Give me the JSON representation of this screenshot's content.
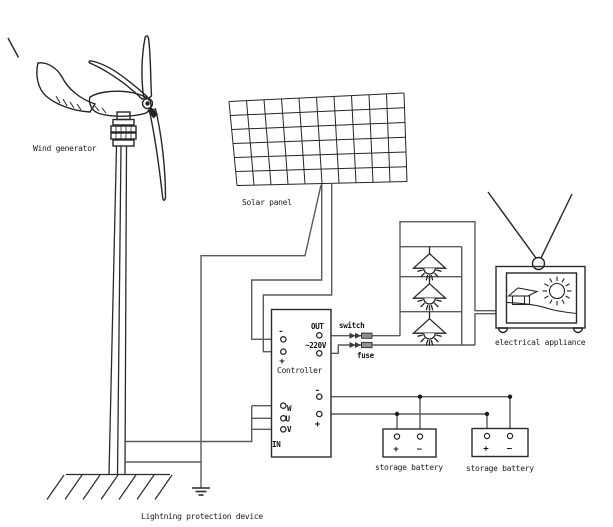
{
  "diagram": {
    "title_context": "wind-solar hybrid power system diagram",
    "labels": {
      "wind_generator": "Wind generator",
      "solar_panel": "Solar panel",
      "controller": "Controller",
      "out": "OUT",
      "ac_220v": "~220V",
      "switch": "switch",
      "fuse": "fuse",
      "electrical_appliance": "electrical appliance",
      "storage_battery_left": "storage battery",
      "storage_battery_right": "storage battery",
      "lightning_protection": "Lightning protection device",
      "in": "IN",
      "phase_w": "W",
      "phase_u": "U",
      "phase_v": "V",
      "plus": "+",
      "minus_short": "-",
      "minus_long": "−"
    },
    "components": {
      "lamp_count": 3,
      "battery_count": 2,
      "solar_grid": {
        "columns": 10,
        "rows": 6
      }
    },
    "colors": {
      "background": "#ffffff",
      "line": "#262626",
      "wire": "#5a5a5a",
      "fuse_fill": "#8f8f8f",
      "text": "#1c1c1c"
    }
  }
}
